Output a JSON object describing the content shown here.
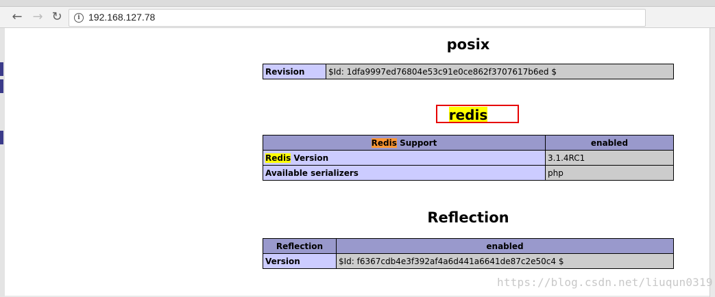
{
  "browser": {
    "url": "192.168.127.78"
  },
  "sections": {
    "posix": {
      "title": "posix",
      "rows": [
        {
          "label": "Revision",
          "value": "$Id: 1dfa9997ed76804e53c91e0ce862f3707617b6ed $"
        }
      ]
    },
    "redis": {
      "title": "redis",
      "header": {
        "col1_highlight": "Redis",
        "col1_rest": " Support",
        "col2": "enabled"
      },
      "rows": [
        {
          "label_highlight": "Redis",
          "label_rest": " Version",
          "value": "3.1.4RC1"
        },
        {
          "label": "Available serializers",
          "value": "php"
        }
      ]
    },
    "reflection": {
      "title": "Reflection",
      "header": {
        "col1": "Reflection",
        "col2": "enabled"
      },
      "rows": [
        {
          "label": "Version",
          "value": "$Id: f6367cdb4e3f392af4a6d441a6641de87c2e50c4 $"
        }
      ]
    }
  },
  "watermark": "https://blog.csdn.net/liuqun0319"
}
